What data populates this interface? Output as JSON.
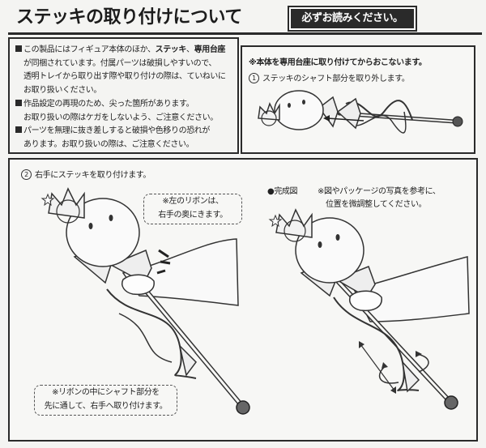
{
  "header": {
    "title": "ステッキの取り付けについて",
    "must_read": "必ずお読みください。"
  },
  "notice": {
    "line1_a": "この製品にはフィギュア本体のほか、",
    "line1_b": "ステッキ",
    "line1_c": "、",
    "line1_d": "専用台座",
    "line2": "が同梱されています。付属パーツは破損しやすいので、",
    "line3": "透明トレイから取り出す際や取り付けの際は、ていねいに",
    "line4": "お取り扱いください。",
    "line5": "作品設定の再現のため、尖った箇所があります。",
    "line6": "お取り扱いの際はケガをしないよう、ご注意ください。",
    "line7": "パーツを無理に抜き差しすると破損や色移りの恐れが",
    "line8": "あります。お取り扱いの際は、ご注意ください。"
  },
  "step1": {
    "heading": "※本体を専用台座に取り付けてからおこないます。",
    "number": "1",
    "text": "ステッキのシャフト部分を取り外します。"
  },
  "step2": {
    "number": "2",
    "text": "右手にステッキを取り付けます。",
    "callout_ribbon_left_1": "※左のリボンは、",
    "callout_ribbon_left_2": "右手の奥にきます。",
    "callout_shaft_1": "※リボンの中にシャフト部分を",
    "callout_shaft_2": "先に通して、右手へ取り付けます。"
  },
  "complete": {
    "label": "●完成図",
    "note_1": "※図やパッケージの写真を参考に、",
    "note_2": "位置を微調整してください。"
  }
}
